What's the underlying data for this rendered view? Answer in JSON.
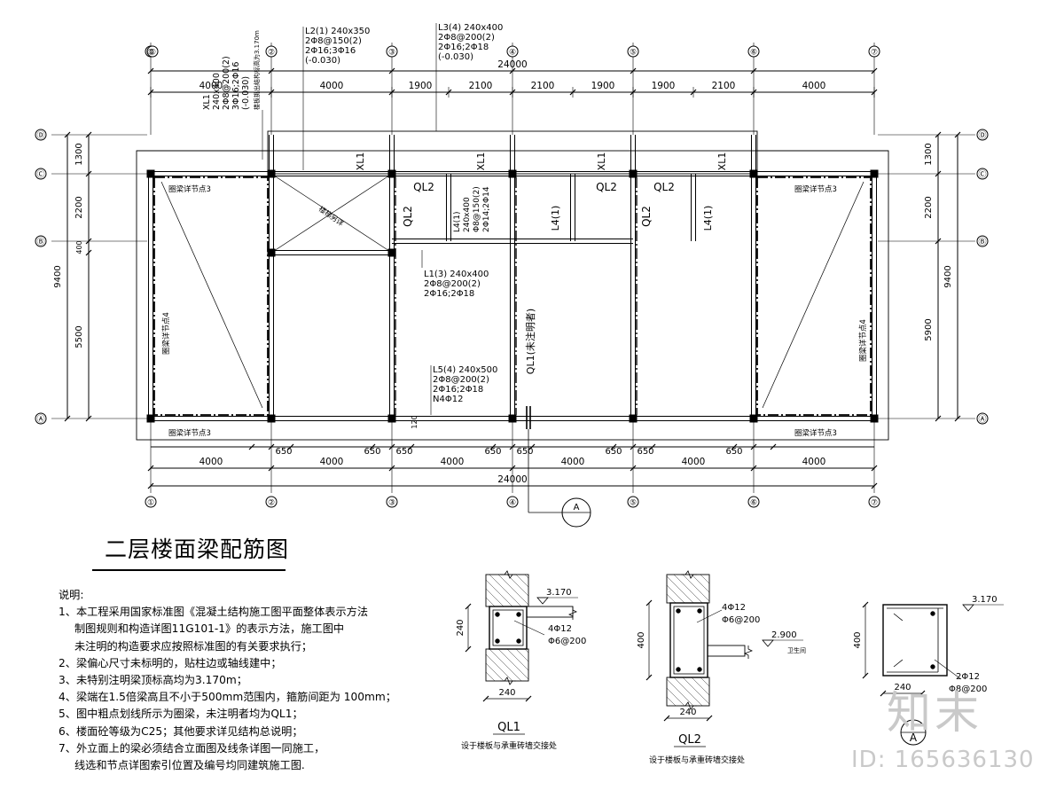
{
  "title": "二层楼面梁配筋图",
  "axes": {
    "top": [
      "①",
      "①",
      "②",
      "③",
      "④",
      "⑤",
      "⑥",
      "⑦"
    ],
    "bottom": [
      "①",
      "①",
      "②",
      "③",
      "④",
      "⑤",
      "⑥",
      "⑦"
    ],
    "left": [
      "Ⓓ",
      "Ⓒ",
      "Ⓑ",
      "Ⓐ"
    ],
    "right": [
      "Ⓓ",
      "Ⓒ",
      "Ⓑ",
      "Ⓐ"
    ]
  },
  "dims": {
    "total": "24000",
    "top_spans": [
      "4000",
      "4000",
      "1900",
      "2100",
      "2100",
      "1900",
      "1900",
      "2100",
      "4000"
    ],
    "bottom_spans": [
      "4000",
      "4000",
      "4000",
      "4000",
      "4000",
      "4000"
    ],
    "offset": "650",
    "left": [
      "1300",
      "2200",
      "400",
      "5500",
      "9400"
    ],
    "right": [
      "1300",
      "2200",
      "5900",
      "9400"
    ],
    "gap": "120"
  },
  "beam_labels": {
    "xl1_head": [
      "XL1",
      "240x400",
      "2Φ8@200(2)",
      "3Φ16;2Φ16",
      "(-0.030)"
    ],
    "xl1_note": "楼板挑出结构标高为3.170m",
    "l2_head": [
      "L2(1) 240x350",
      "2Φ8@150(2)",
      "2Φ16;3Φ16",
      "(-0.030)"
    ],
    "l3_head": [
      "L3(4) 240x400",
      "2Φ8@200(2)",
      "2Φ16;2Φ18",
      "(-0.030)"
    ],
    "l1": [
      "L1(3) 240x400",
      "2Φ8@200(2)",
      "2Φ16;2Φ18"
    ],
    "l5": [
      "L5(4) 240x500",
      "2Φ8@200(2)",
      "2Φ16;2Φ18",
      "N4Φ12"
    ],
    "l4_detail": [
      "L4(1)",
      "240x400",
      "Φ8@150(2)",
      "2Φ14;2Φ14"
    ],
    "xl1": "XL1",
    "ql2": "QL2",
    "l4": "L4(1)",
    "ql1_note": "QL1(未注明者)",
    "ring_beam_3": "圈梁详节点3",
    "ring_beam_4": "圈梁详节点4",
    "stair": "楼梯另详",
    "section_a": "A"
  },
  "sections": {
    "ql1": {
      "name": "QL1",
      "caption": "设于楼板与承重砖墙交接处",
      "elev": "3.170",
      "bars": "4Φ12",
      "stirrup": "Φ6@200",
      "height": "240",
      "width": "240"
    },
    "ql2": {
      "name": "QL2",
      "caption": "设于楼板与承重砖墙交接处",
      "elev": "2.900",
      "elev_note": "卫生间",
      "bars": "4Φ12",
      "stirrup": "Φ6@200",
      "height": "400",
      "width": "240"
    },
    "a": {
      "name": "A",
      "elev": "3.170",
      "bars": "2Φ12",
      "stirrup": "Φ8@200",
      "height": "400",
      "width": "240"
    }
  },
  "notes": {
    "heading": "说明:",
    "items": [
      "1、本工程采用国家标准图《混凝土结构施工图平面整体表示方法",
      "制图规则和构造详图11G101-1》的表示方法，施工图中",
      "未注明的构造要求应按照标准图的有关要求执行；",
      "2、梁偏心尺寸未标明的，贴柱边或轴线建中；",
      "3、未特别注明梁顶标高均为3.170m；",
      "4、梁端在1.5倍梁高且不小于500mm范围内，箍筋间距为 100mm；",
      "5、图中粗点划线所示为圈梁，未注明者均为QL1；",
      "6、楼面砼等级为C25；其他要求详见结构总说明；",
      "7、外立面上的梁必须结合立面图及线条详图一同施工，",
      "线选和节点详图索引位置及编号均同建筑施工图."
    ]
  },
  "watermark": {
    "logo": "知末",
    "id": "ID: 165636130"
  }
}
